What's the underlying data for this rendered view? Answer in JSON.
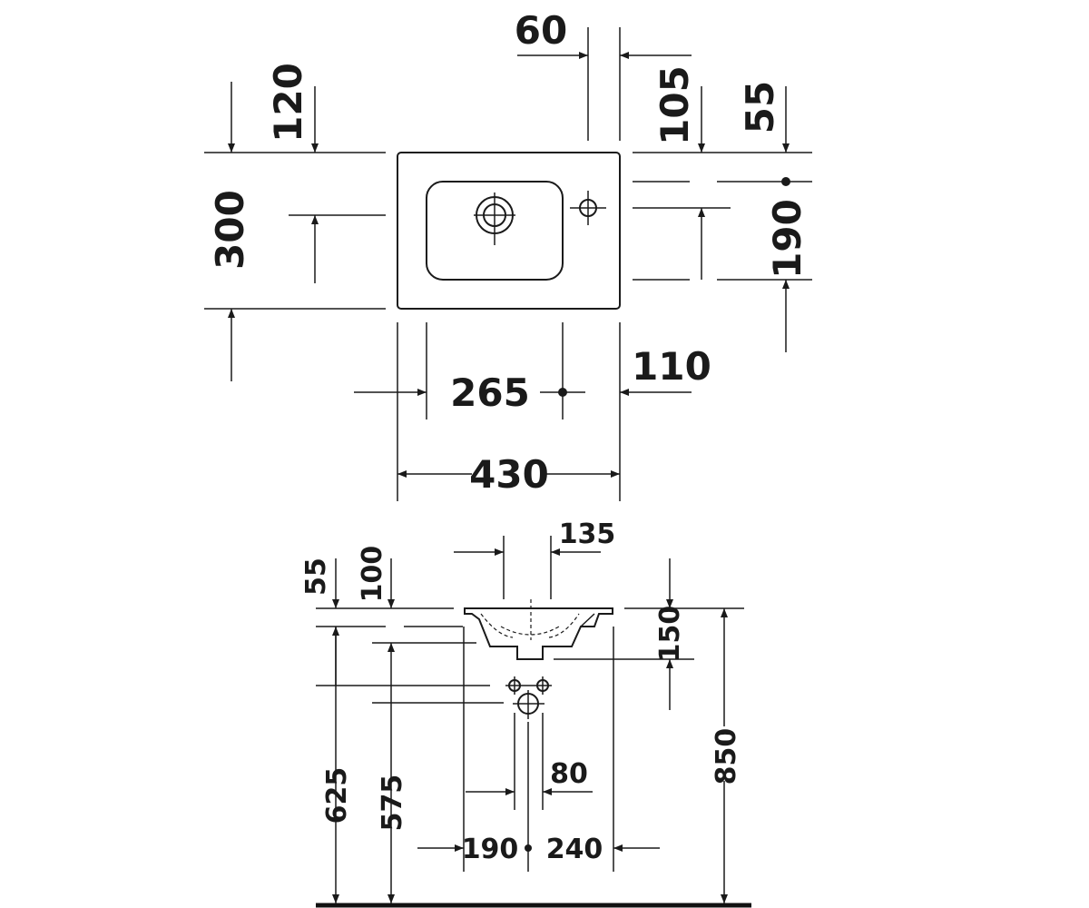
{
  "top_view": {
    "dim_60": "60",
    "dim_120": "120",
    "dim_105": "105",
    "dim_55": "55",
    "dim_300": "300",
    "dim_190": "190",
    "dim_265": "265",
    "dim_110": "110",
    "dim_430": "430"
  },
  "side_view": {
    "dim_135": "135",
    "dim_55": "55",
    "dim_100": "100",
    "dim_150": "150",
    "dim_625": "625",
    "dim_575": "575",
    "dim_80": "80",
    "dim_850": "850",
    "dim_190": "190",
    "dim_240": "240"
  }
}
